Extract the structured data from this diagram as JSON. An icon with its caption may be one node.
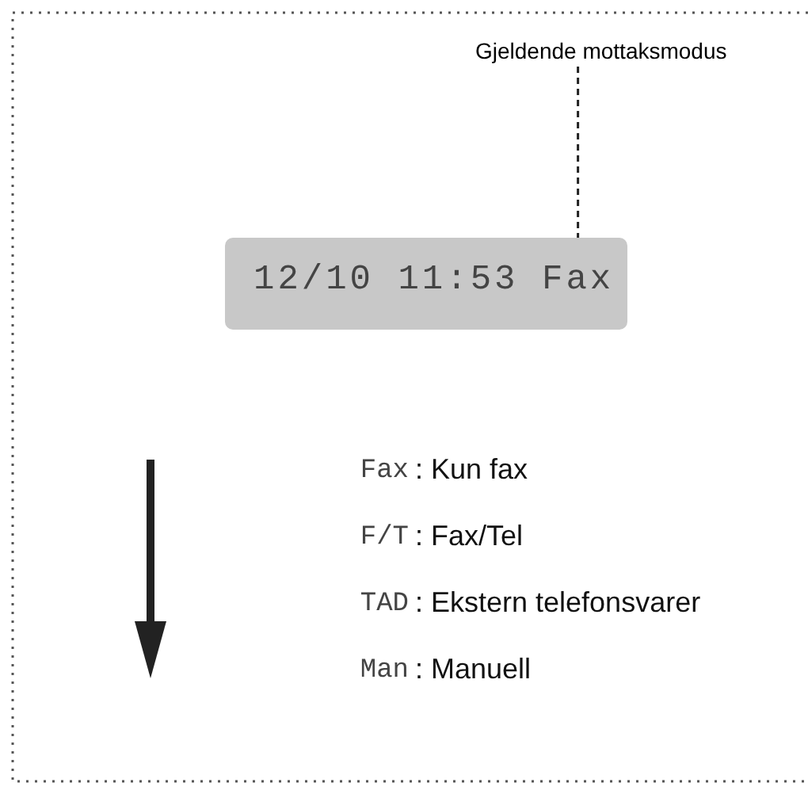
{
  "diagram": {
    "nodes": [
      {
        "text": [
          "Gjeldende mottaksmodus"
        ]
      },
      {
        "text": [
          "12/10 11:53"
        ]
      },
      {
        "text": [
          "Fax"
        ],
        "in": 1
      }
    ],
    "edges": [
      {
        "from": 0,
        "to": 2,
        "arrow": "none",
        "style": "dashed"
      }
    ],
    "labels": [
      "Fax",
      ": Kun fax",
      "F/T",
      ": Fax/Tel",
      "TAD",
      ": Ekstern telefonsvarer",
      "Man",
      ": Manuell"
    ]
  }
}
